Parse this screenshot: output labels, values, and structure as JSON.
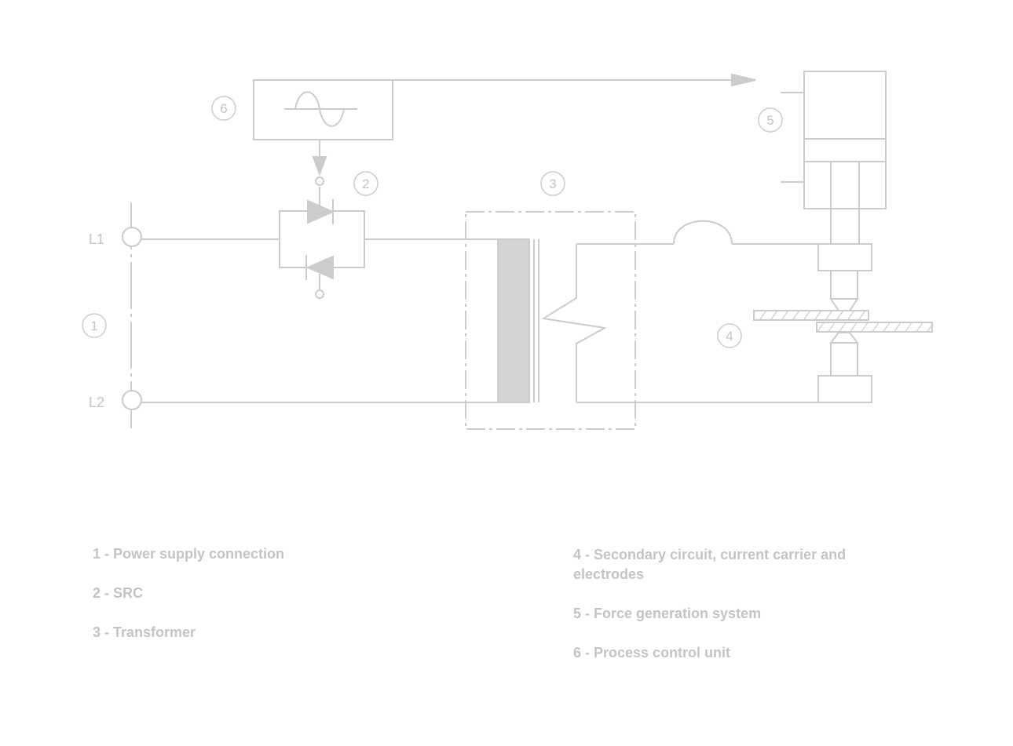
{
  "diagram": {
    "line_color": "#cccccc",
    "fill_color": "#d4d4d4",
    "text_color": "#c4c4c4",
    "terminals": {
      "l1": "L1",
      "l2": "L2"
    },
    "markers": [
      "1",
      "2",
      "3",
      "4",
      "5",
      "6"
    ]
  },
  "legend": {
    "items": [
      "1 - Power supply connection",
      "2 - SRC",
      "3 - Transformer",
      "4 - Secondary circuit, current carrier and electrodes",
      "5 - Force generation system",
      "6 - Process control unit"
    ]
  }
}
